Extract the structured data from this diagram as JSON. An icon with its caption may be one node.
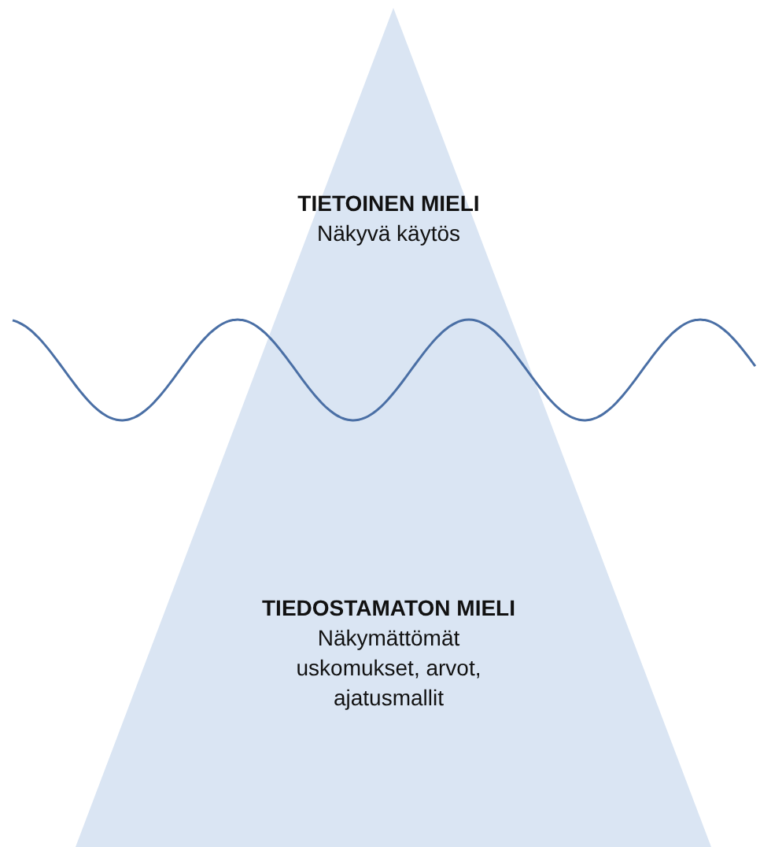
{
  "diagram": {
    "nodes": [
      {
        "text": [
          "TIETOINEN MIELI",
          "Näkyvä käytös",
          "TIEDOSTAMATON MIELI",
          "Näkymättömät uskomukset, arvot, ajatusmallit"
        ]
      }
    ]
  }
}
